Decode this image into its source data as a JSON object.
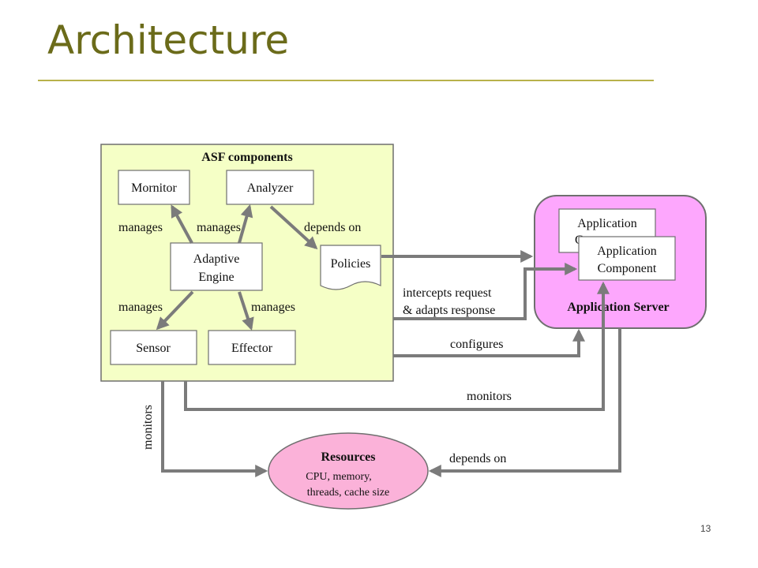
{
  "slide": {
    "title": "Architecture",
    "page_number": "13"
  },
  "diagram": {
    "asf_title": "ASF components",
    "monitor": "Mornitor",
    "analyzer": "Analyzer",
    "engine_line1": "Adaptive",
    "engine_line2": "Engine",
    "sensor": "Sensor",
    "effector": "Effector",
    "policies": "Policies",
    "app_back_line1": "Application",
    "app_back_line2": "C",
    "app_front_line1": "Application",
    "app_front_line2": "Component",
    "app_server": "Application Server",
    "resources_title": "Resources",
    "resources_line1": "CPU, memory,",
    "resources_line2": "threads, cache size",
    "lbl_manages_1": "manages",
    "lbl_manages_2": "manages",
    "lbl_manages_3": "manages",
    "lbl_manages_4": "manages",
    "lbl_depends_on_1": "depends on",
    "lbl_intercepts_1": "intercepts request",
    "lbl_intercepts_2": "& adapts response",
    "lbl_configures": "configures",
    "lbl_monitors_h": "monitors",
    "lbl_monitors_v": "monitors",
    "lbl_depends_on_2": "depends on",
    "colors": {
      "asf_fill": "#f5ffc6",
      "server_fill": "#fda7fd",
      "resources_fill": "#fbb2d9",
      "arrow": "#7b7b7b"
    }
  }
}
